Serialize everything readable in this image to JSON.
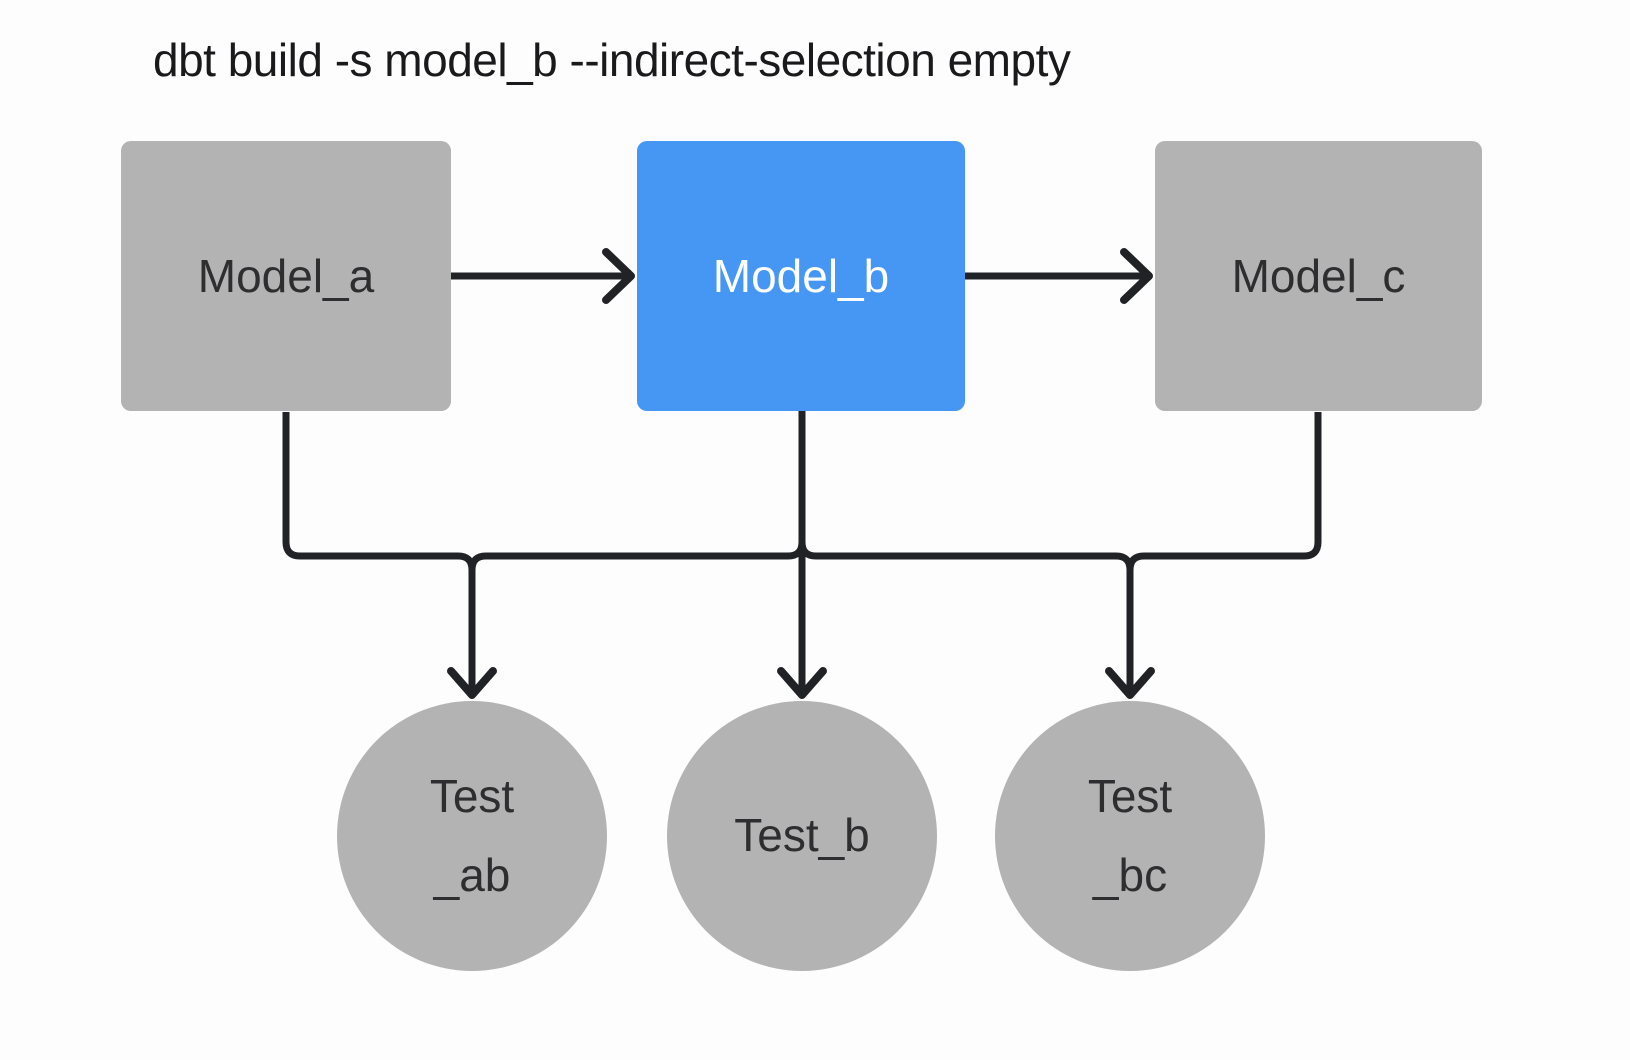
{
  "title": "dbt build -s model_b --indirect-selection empty",
  "colors": {
    "background": "#fdfdfd",
    "node_gray": "#b3b3b3",
    "node_selected": "#4696f4",
    "edge": "#212226",
    "text_dark": "#2e2e30",
    "text_light": "#ffffff",
    "title_color": "#1a1a1c"
  },
  "diagram": {
    "models": [
      {
        "id": "model_a",
        "label": "Model_a",
        "selected": false
      },
      {
        "id": "model_b",
        "label": "Model_b",
        "selected": true
      },
      {
        "id": "model_c",
        "label": "Model_c",
        "selected": false
      }
    ],
    "tests": [
      {
        "id": "test_ab",
        "lines": [
          "Test",
          "_ab"
        ]
      },
      {
        "id": "test_b",
        "lines": [
          "Test_b"
        ]
      },
      {
        "id": "test_bc",
        "lines": [
          "Test",
          "_bc"
        ]
      }
    ],
    "edges": [
      {
        "from": "model_a",
        "to": "model_b"
      },
      {
        "from": "model_b",
        "to": "model_c"
      },
      {
        "from": "model_a",
        "to": "test_ab"
      },
      {
        "from": "model_b",
        "to": "test_ab"
      },
      {
        "from": "model_b",
        "to": "test_b"
      },
      {
        "from": "model_b",
        "to": "test_bc"
      },
      {
        "from": "model_c",
        "to": "test_bc"
      }
    ]
  }
}
